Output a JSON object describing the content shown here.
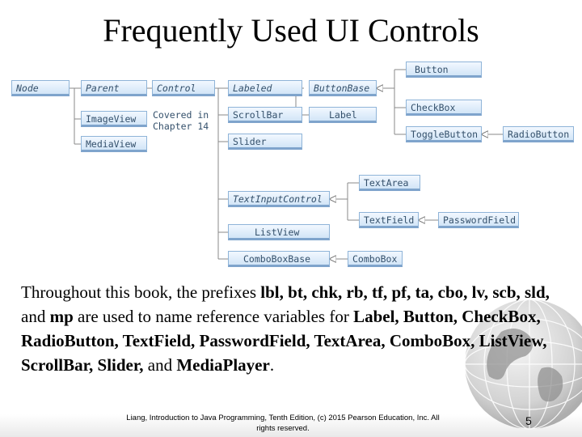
{
  "title": "Frequently Used UI Controls",
  "diagram": {
    "nodes": {
      "node": "Node",
      "parent": "Parent",
      "control": "Control",
      "image_view": "ImageView",
      "media_view": "MediaView",
      "labeled": "Labeled",
      "scroll_bar": "ScrollBar",
      "slider": "Slider",
      "text_input_control": "TextInputControl",
      "list_view": "ListView",
      "combo_box_base": "ComboBoxBase",
      "button_base": "ButtonBase",
      "label": "Label",
      "button": "Button",
      "check_box": "CheckBox",
      "toggle_button": "ToggleButton",
      "radio_button": "RadioButton",
      "text_area": "TextArea",
      "text_field": "TextField",
      "password_field": "PasswordField",
      "combo_box": "ComboBox"
    },
    "covered_note": [
      "Covered in",
      "Chapter 14"
    ]
  },
  "body": {
    "p1": "Throughout this book, the prefixes ",
    "b1": "lbl, bt, chk, rb, tf, pf, ta, cbo, lv,",
    "p2": " ",
    "b2": "scb, sld,",
    "p3": " and ",
    "b3": "mp",
    "p4": " are used to name reference variables for ",
    "b4": "Label, Button, CheckBox, RadioButton, TextField, PasswordField, TextArea, ComboBox, ListView, ScrollBar, Slider,",
    "p5": " and ",
    "b5": "MediaPlayer",
    "p6": "."
  },
  "footer": {
    "line1": "Liang, Introduction to Java Programming, Tenth Edition, (c) 2015 Pearson Education, Inc. All",
    "line2": "rights reserved.",
    "page": "5"
  }
}
